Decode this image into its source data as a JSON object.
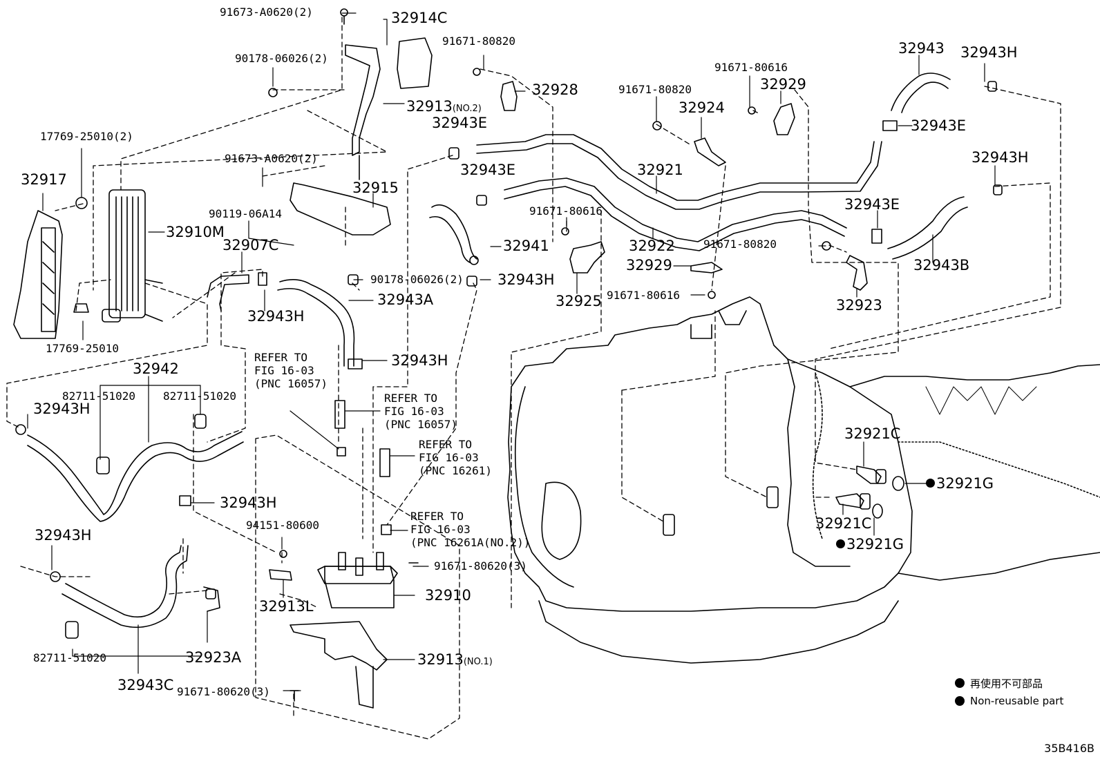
{
  "parts": {
    "p91673_top": "91673-A0620(2)",
    "p32914C": "32914C",
    "p91671_80820_a": "91671-80820",
    "p90178_top": "90178-06026(2)",
    "p32928": "32928",
    "p32913": "32913",
    "p32913_no2": "(NO.2)",
    "p32943E_a": "32943E",
    "p17769_2": "17769-25010(2)",
    "p91673_mid": "91673-A0620(2)",
    "p32943E_b": "32943E",
    "p32917": "32917",
    "p32915": "32915",
    "p90119": "90119-06A14",
    "p32910M": "32910M",
    "p32907C": "32907C",
    "p32941": "32941",
    "p90178_mid": "90178-06026(2)",
    "p32943H_a": "32943H",
    "p32943A": "32943A",
    "p32943H_b": "32943H",
    "p17769": "17769-25010",
    "p32943H_c": "32943H",
    "p32942": "32942",
    "p82711_a": "82711-51020",
    "p82711_b": "82711-51020",
    "p32943H_d": "32943H",
    "p32943H_e": "32943H",
    "p32943H_f": "32943H",
    "p94151": "94151-80600",
    "p91671_80620": "91671-80620(3)",
    "p32913L": "32913L",
    "p32910": "32910",
    "p32913_b": "32913",
    "p32913_no1": "(NO.1)",
    "p82711_c": "82711-51020",
    "p32923A": "32923A",
    "p32943C": "32943C",
    "p91671_80620_b": "91671-80620(3)",
    "p91671_80616_a": "91671-80616",
    "p32929_a": "32929",
    "p91671_80820_b": "91671-80820",
    "p32924": "32924",
    "p32921": "32921",
    "p32922": "32922",
    "p91671_80616_b": "91671-80616",
    "p32929_b": "32929",
    "p32925": "32925",
    "p91671_80616_c": "91671-80616",
    "p32943": "32943",
    "p32943H_g": "32943H",
    "p32943E_c": "32943E",
    "p32943H_h": "32943H",
    "p32943E_d": "32943E",
    "p91671_80820_c": "91671-80820",
    "p32943B": "32943B",
    "p32923": "32923",
    "p32921C_a": "32921C",
    "p32921G_a": "32921G",
    "p32921C_b": "32921C",
    "p32921G_b": "32921G"
  },
  "refers": {
    "r1": "REFER TO\nFIG 16-03\n(PNC 16057)",
    "r2": "REFER TO\nFIG 16-03\n(PNC 16057)",
    "r3": "REFER TO\nFIG 16-03\n(PNC 16261)",
    "r4": "REFER TO\nFIG 16-03\n(PNC 16261A(NO.2))"
  },
  "legend": {
    "jp": "再使用不可部品",
    "en": "Non-reusable part"
  },
  "figure_code": "35B416B"
}
